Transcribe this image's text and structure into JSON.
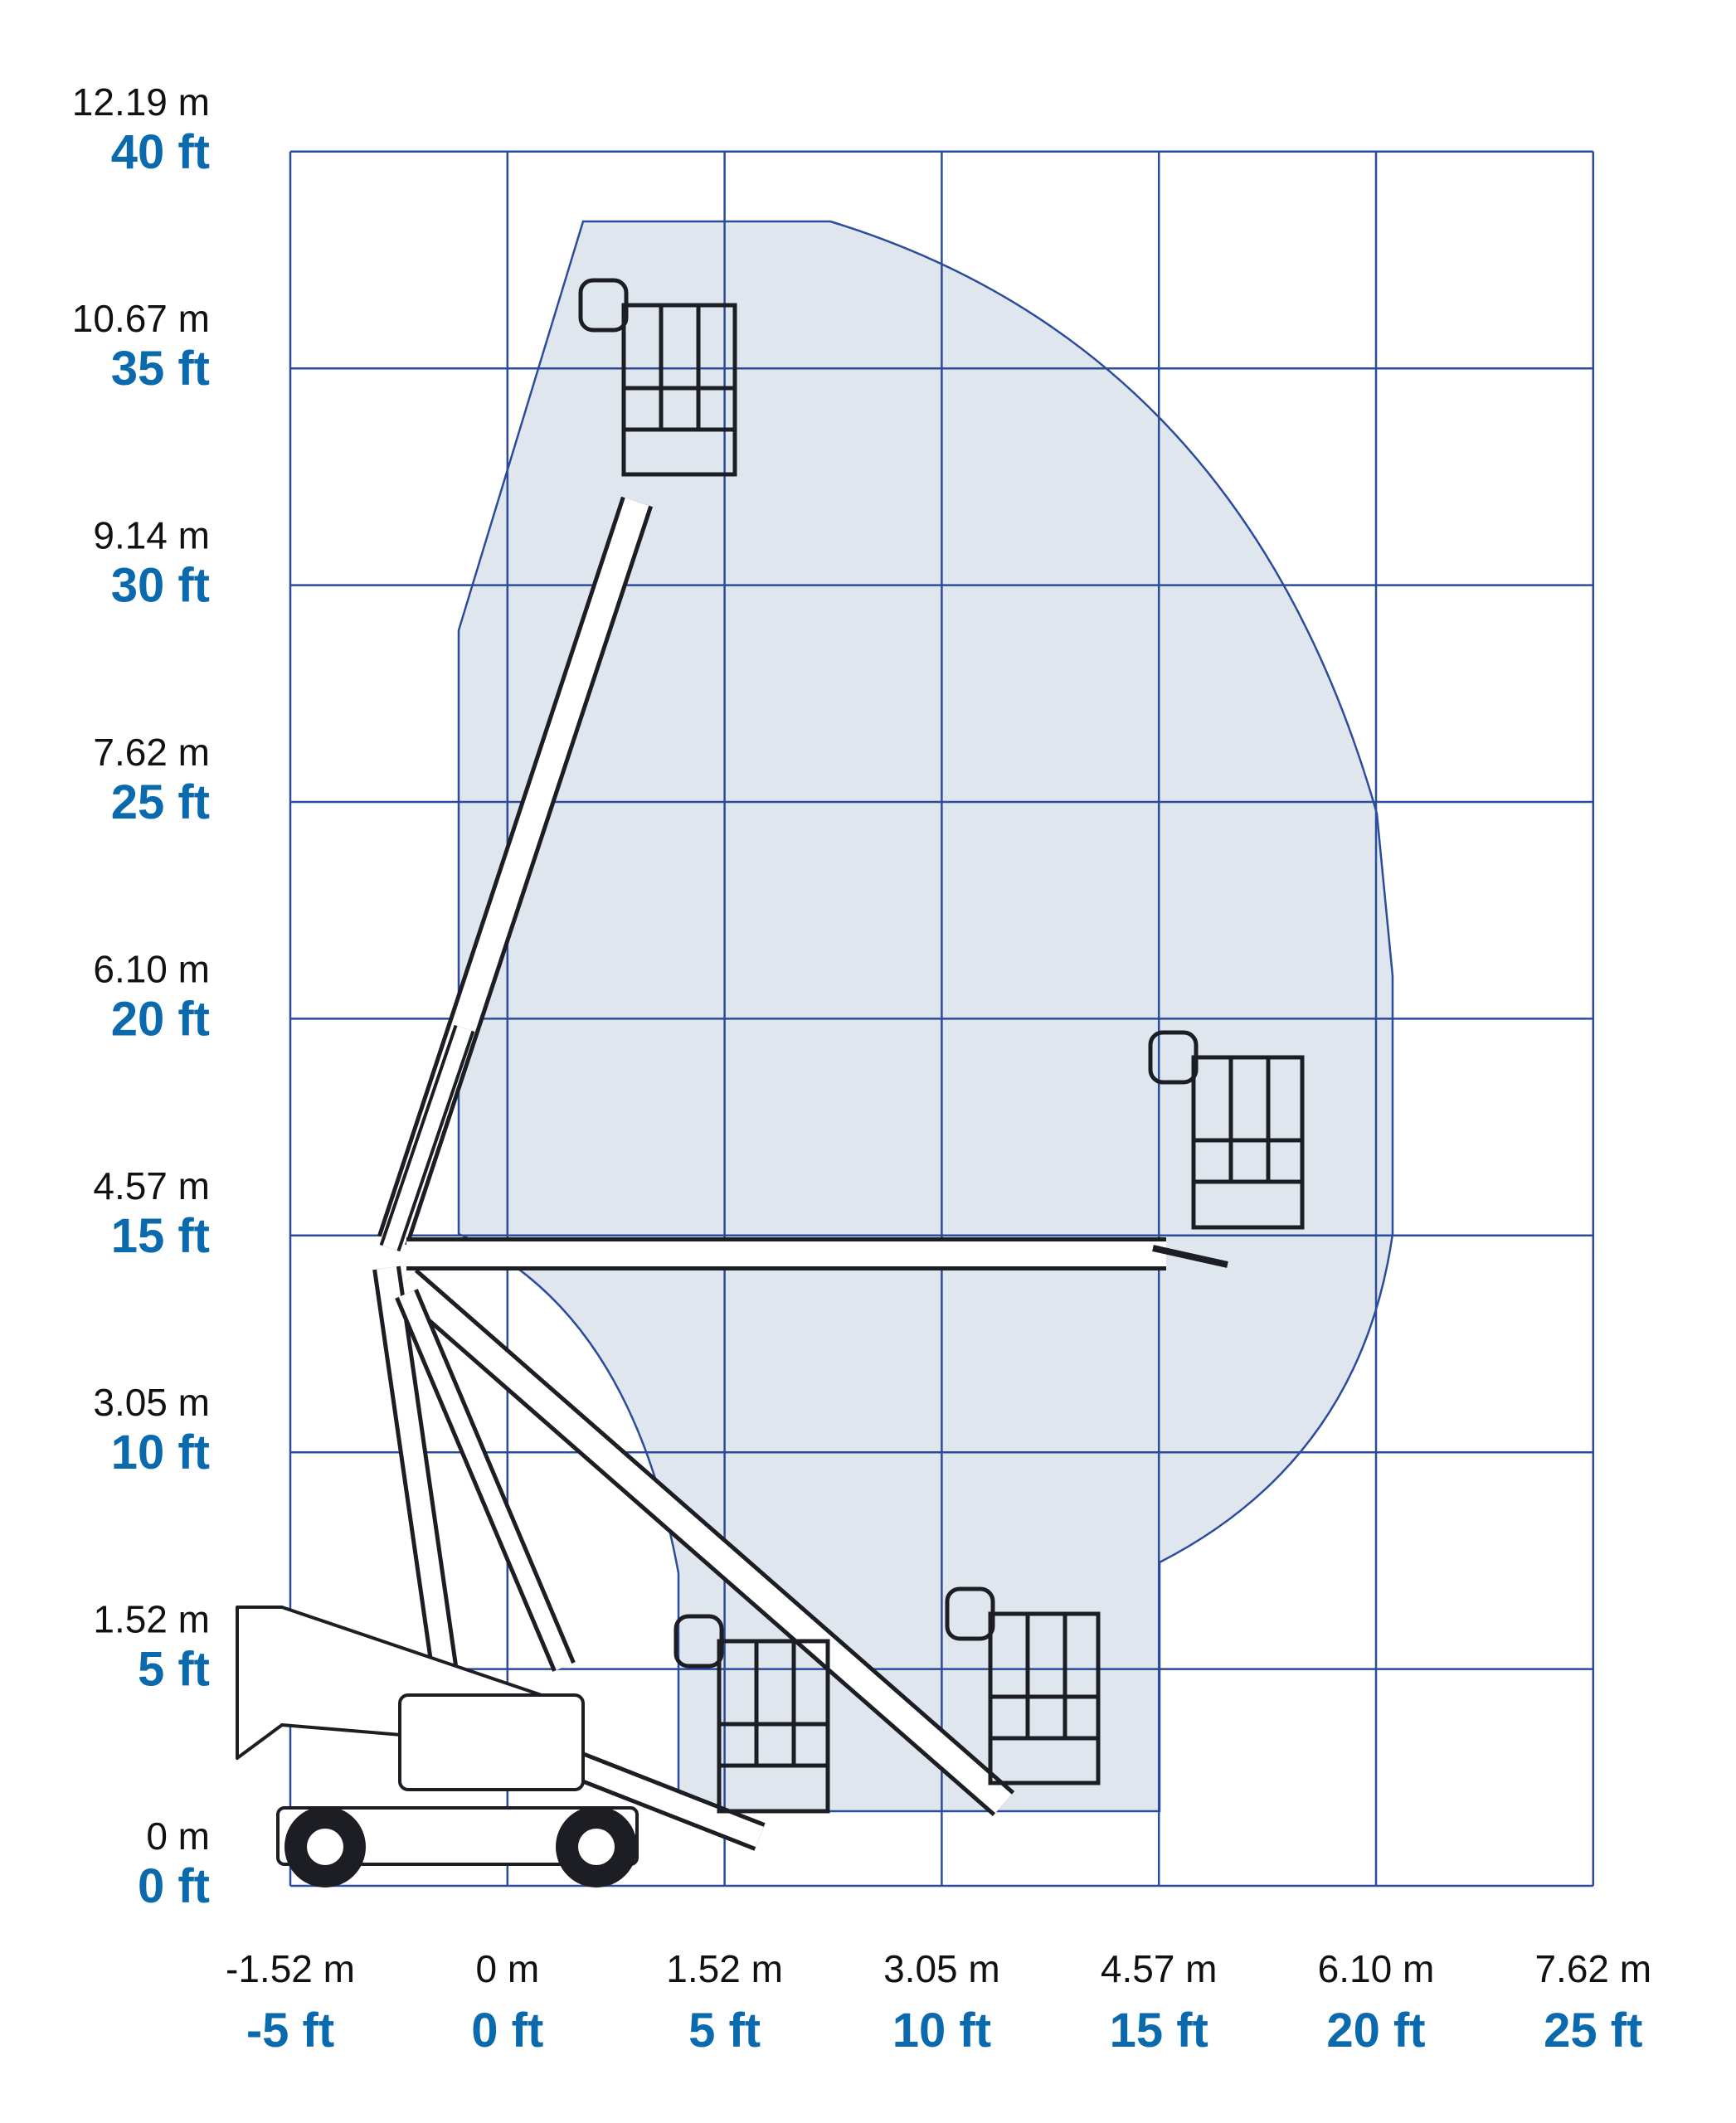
{
  "colors": {
    "grid": "#2b4c9b",
    "envelope_fill": "#dfe6ee",
    "ft_label": "#0a6aad",
    "machine": "#1d1d24"
  },
  "y_labels": [
    {
      "m": "0 m",
      "ft": "0 ft"
    },
    {
      "m": "1.52 m",
      "ft": "5 ft"
    },
    {
      "m": "3.05 m",
      "ft": "10 ft"
    },
    {
      "m": "4.57 m",
      "ft": "15 ft"
    },
    {
      "m": "6.10 m",
      "ft": "20 ft"
    },
    {
      "m": "7.62 m",
      "ft": "25 ft"
    },
    {
      "m": "9.14 m",
      "ft": "30 ft"
    },
    {
      "m": "10.67 m",
      "ft": "35 ft"
    },
    {
      "m": "12.19 m",
      "ft": "40 ft"
    }
  ],
  "x_labels": [
    {
      "m": "-1.52 m",
      "ft": "-5 ft"
    },
    {
      "m": "0 m",
      "ft": "0 ft"
    },
    {
      "m": "1.52 m",
      "ft": "5 ft"
    },
    {
      "m": "3.05 m",
      "ft": "10 ft"
    },
    {
      "m": "4.57 m",
      "ft": "15 ft"
    },
    {
      "m": "6.10 m",
      "ft": "20 ft"
    },
    {
      "m": "7.62 m",
      "ft": "25 ft"
    }
  ]
}
